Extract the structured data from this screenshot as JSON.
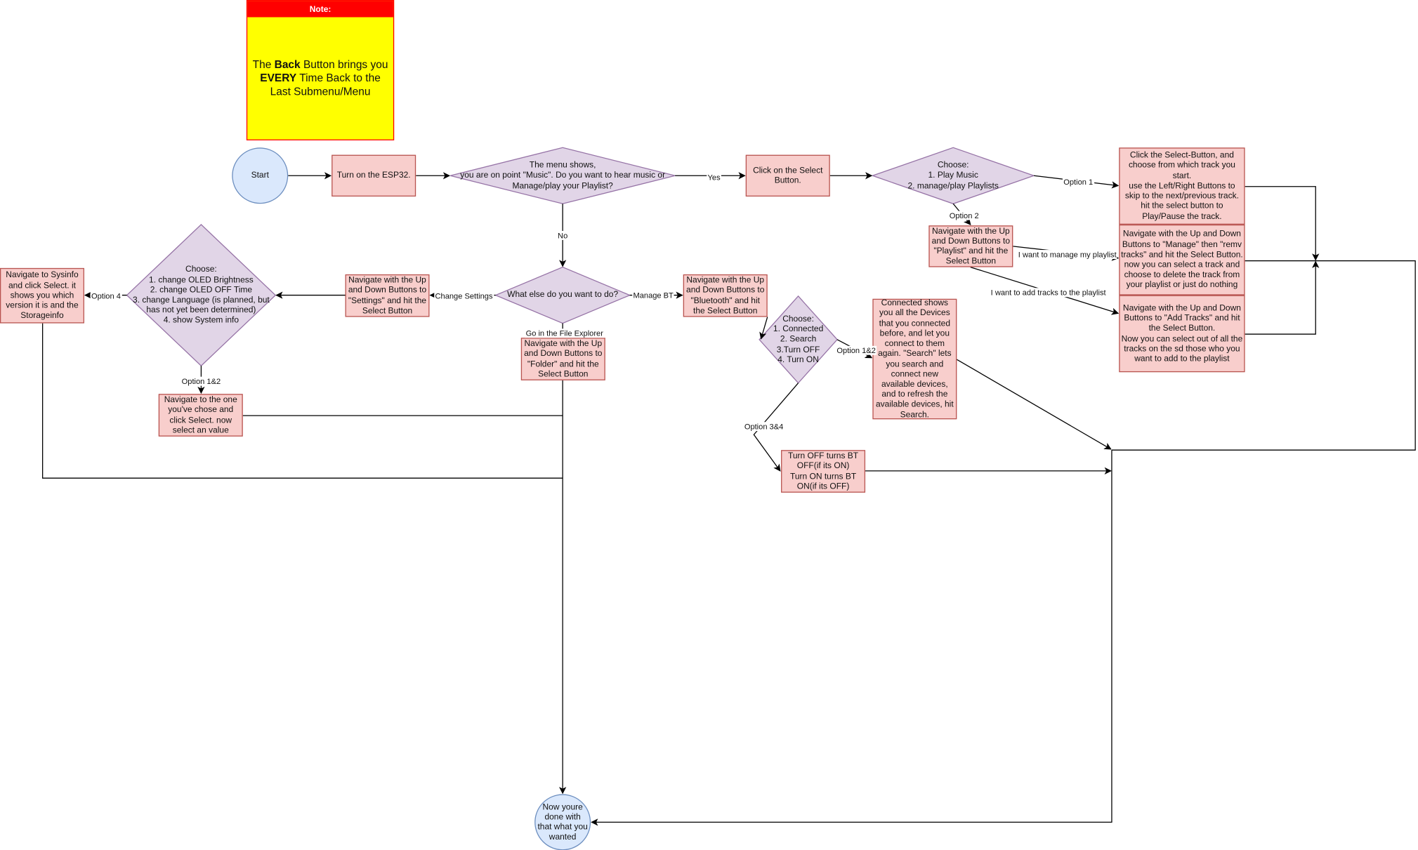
{
  "note": {
    "title": "Note:",
    "text_1": "The ",
    "bold_1": "Back",
    "text_2": " Button brings you ",
    "bold_2": "EVERY",
    "text_3": " Time Back to the Last Submenu/Menu"
  },
  "nodes": {
    "start": "Start",
    "turn_on": "Turn on the ESP32.",
    "menu_decision": "The menu shows,\nyou are on point \"Music\". Do you want to hear music or\nManage/play your Playlist?",
    "click_select": "Click on the Select\nButton.",
    "choose_music": "Choose:\n1. Play Music\n2. manage/play Playlists",
    "play_music": "Click the Select-Button, and choose from which track you start.\nuse the Left/Right Buttons to skip to the next/previous track. hit the select button to Play/Pause the track.",
    "nav_playlist": "Navigate with the Up and Down Buttons to \"Playlist\" and hit the Select Button",
    "manage_playlist": "Navigate with the Up and Down Buttons to \"Manage\" then \"remv tracks\" and hit the Select Button.\nnow you can select a track and choose to delete the track from your playlist or just do nothing",
    "add_tracks": "Navigate with the Up and Down Buttons to \"Add Tracks\" and hit the Select Button.\nNow you can select out of all the tracks on the sd those who you want to add to the playlist",
    "what_else": "What else do you want to do?",
    "nav_settings": "Navigate with the Up and Down Buttons to \"Settings\" and hit the Select Button",
    "choose_settings": "Choose:\n1. change OLED Brightness\n2. change OLED OFF Time\n3. change Language (is planned, but has not yet been determined)\n4. show System info",
    "sysinfo": "Navigate to Sysinfo and click Select. it shows you which version it is and the Storageinfo",
    "nav_one": "Navigate to the one you've chose and click Select. now select an value",
    "nav_folder": "Navigate with the Up and Down Buttons to \"Folder\" and hit the Select Button",
    "nav_bluetooth": "Navigate with the Up and Down Buttons to \"Bluetooth\" and hit the Select Button",
    "choose_bt": "Choose:\n1. Connected\n2. Search\n3.Turn OFF\n4. Turn ON",
    "connected_info": "Connected shows you all the Devices that you connected before, and let you connect to them again. \"Search\" lets you search and connect new available devices, and to refresh the available devices, hit Search.",
    "turn_bt": "Turn OFF turns BT OFF(if its ON)\nTurn ON turns BT ON(if its OFF)",
    "end": "Now youre done with that what you wanted"
  },
  "edges": {
    "yes": "Yes",
    "no": "No",
    "option1": "Option 1",
    "option2": "Option 2",
    "manage_playlist": "I want to manage my playlist",
    "add_tracks": "I want to add tracks to the playlist",
    "change_settings": "Change Settings",
    "manage_bt": "Manage BT",
    "file_explorer": "Go in the File Explorer",
    "option4": "Option 4",
    "settings_opt12": "Option 1&2",
    "bt_opt12": "Option 1&2",
    "bt_opt34": "Option 3&4"
  }
}
